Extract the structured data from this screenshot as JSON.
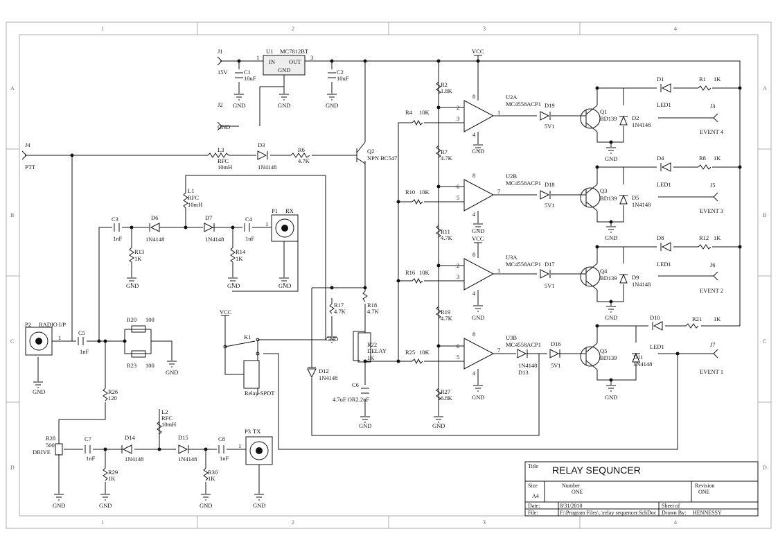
{
  "title_block": {
    "title_label": "Title",
    "title": "RELAY SEQUNCER",
    "size_label": "Size",
    "size": "A4",
    "number_label": "Number",
    "number": "ONE",
    "revision_label": "Revision",
    "revision": "ONE",
    "date_label": "Date:",
    "date": "8/31/2010",
    "sheet_label": "Sheet   of",
    "file_label": "File:",
    "file": "F:\\Program Files\\..\\relay sequencer.SchDoc",
    "drawn_label": "Drawn By:",
    "drawn_by": "HENNESSY"
  },
  "zones": {
    "cols": [
      "1",
      "2",
      "3",
      "4"
    ],
    "rows": [
      "A",
      "B",
      "C",
      "D"
    ]
  },
  "labels": {
    "J1": "J1",
    "J1v": "15V",
    "U1": "U1",
    "U1p": "MC7812BT",
    "U1in": "IN",
    "U1out": "OUT",
    "U1gnd": "GND",
    "C1": "C1",
    "C1v": "10uF",
    "C2": "C2",
    "C2v": "10uF",
    "J2": "J2",
    "J2v": "GND",
    "GND": "GND",
    "VCC": "VCC",
    "J4": "J4",
    "J4v": "PTT",
    "L3": "L3",
    "L3a": "RFC",
    "L3b": "10mH",
    "D3": "D3",
    "D3v": "1N4148",
    "R6": "R6",
    "R6v": "4.7K",
    "Q2": "Q2",
    "Q2v": "NPN BC547",
    "L1": "L1",
    "L1a": "RFC",
    "L1b": "10mH",
    "C3": "C3",
    "C3v": "1nF",
    "D6": "D6",
    "D6v": "1N4148",
    "D7": "D7",
    "D7v": "1N4148",
    "C4": "C4",
    "C4v": "1nF",
    "P1": "P1",
    "P1v": "RX",
    "R13": "R13",
    "R13v": "1K",
    "R14": "R14",
    "R14v": "1K",
    "P2": "P2",
    "P2v": "RADIO I/P",
    "C5": "C5",
    "C5v": "1nF",
    "R20": "R20",
    "R20v": "100",
    "R23": "R23",
    "R23v": "100",
    "K1": "K1",
    "K1v": "Relay-SPDT",
    "R26": "R26",
    "R26v": "120",
    "L2": "L2",
    "L2a": "RFC",
    "L2b": "10mH",
    "R28": "R28",
    "R28a": "500",
    "R28b": "DRIVE",
    "C7": "C7",
    "C7v": "1nF",
    "D14": "D14",
    "D14v": "1N4148",
    "D15": "D15",
    "D15v": "1N4148",
    "C8": "C8",
    "C8v": "1nF",
    "P3": "P3",
    "P3v": "TX",
    "R29": "R29",
    "R29v": "1K",
    "R30": "R30",
    "R30v": "1K",
    "R17": "R17",
    "R17v": "4.7K",
    "R18": "R18",
    "R18v": "4.7K",
    "R22": "R22",
    "R22a": "DELAY",
    "R22b": "1K",
    "D12": "D12",
    "D12v": "1N4148",
    "C6": "C6",
    "C6v": "4.7uF OR2.2uF",
    "R2": "R2",
    "R2v": "1.8K",
    "R7": "R7",
    "R7v": "4.7K",
    "R11": "R11",
    "R11v": "4.7K",
    "R19": "R19",
    "R19v": "4.7K",
    "R27": "R27",
    "R27v": "6.8K",
    "R4": "R4",
    "R10": "R10",
    "R16": "R16",
    "R25": "R25",
    "K10": "10K",
    "U2A": "U2A",
    "U2B": "U2B",
    "U3A": "U3A",
    "U3B": "U3B",
    "OPA": "MC4558ACP1",
    "D19": "D19",
    "D18": "D18",
    "D17": "D17",
    "D16": "D16",
    "D13": "D13",
    "Z": "5V1",
    "DN": "1N4148",
    "Q1": "Q1",
    "Q3": "Q3",
    "Q4": "Q4",
    "Q5": "Q5",
    "BD": "BD139",
    "D2": "D2",
    "D5": "D5",
    "D9": "D9",
    "D11": "D11",
    "D1": "D1",
    "D4": "D4",
    "D8": "D8",
    "D10": "D10",
    "LED": "LED1",
    "R1": "R1",
    "R8": "R8",
    "R12": "R12",
    "R21": "R21",
    "K1v2": "1K",
    "J3": "J3",
    "J5": "J5",
    "J6": "J6",
    "J7": "J7",
    "E4": "EVENT 4",
    "E3": "EVENT 3",
    "E2": "EVENT 2",
    "E1": "EVENT 1",
    "p1": "1",
    "p2": "2",
    "p3": "3",
    "p4": "4",
    "p5": "5",
    "p6": "6",
    "p7": "7",
    "p8": "8"
  }
}
